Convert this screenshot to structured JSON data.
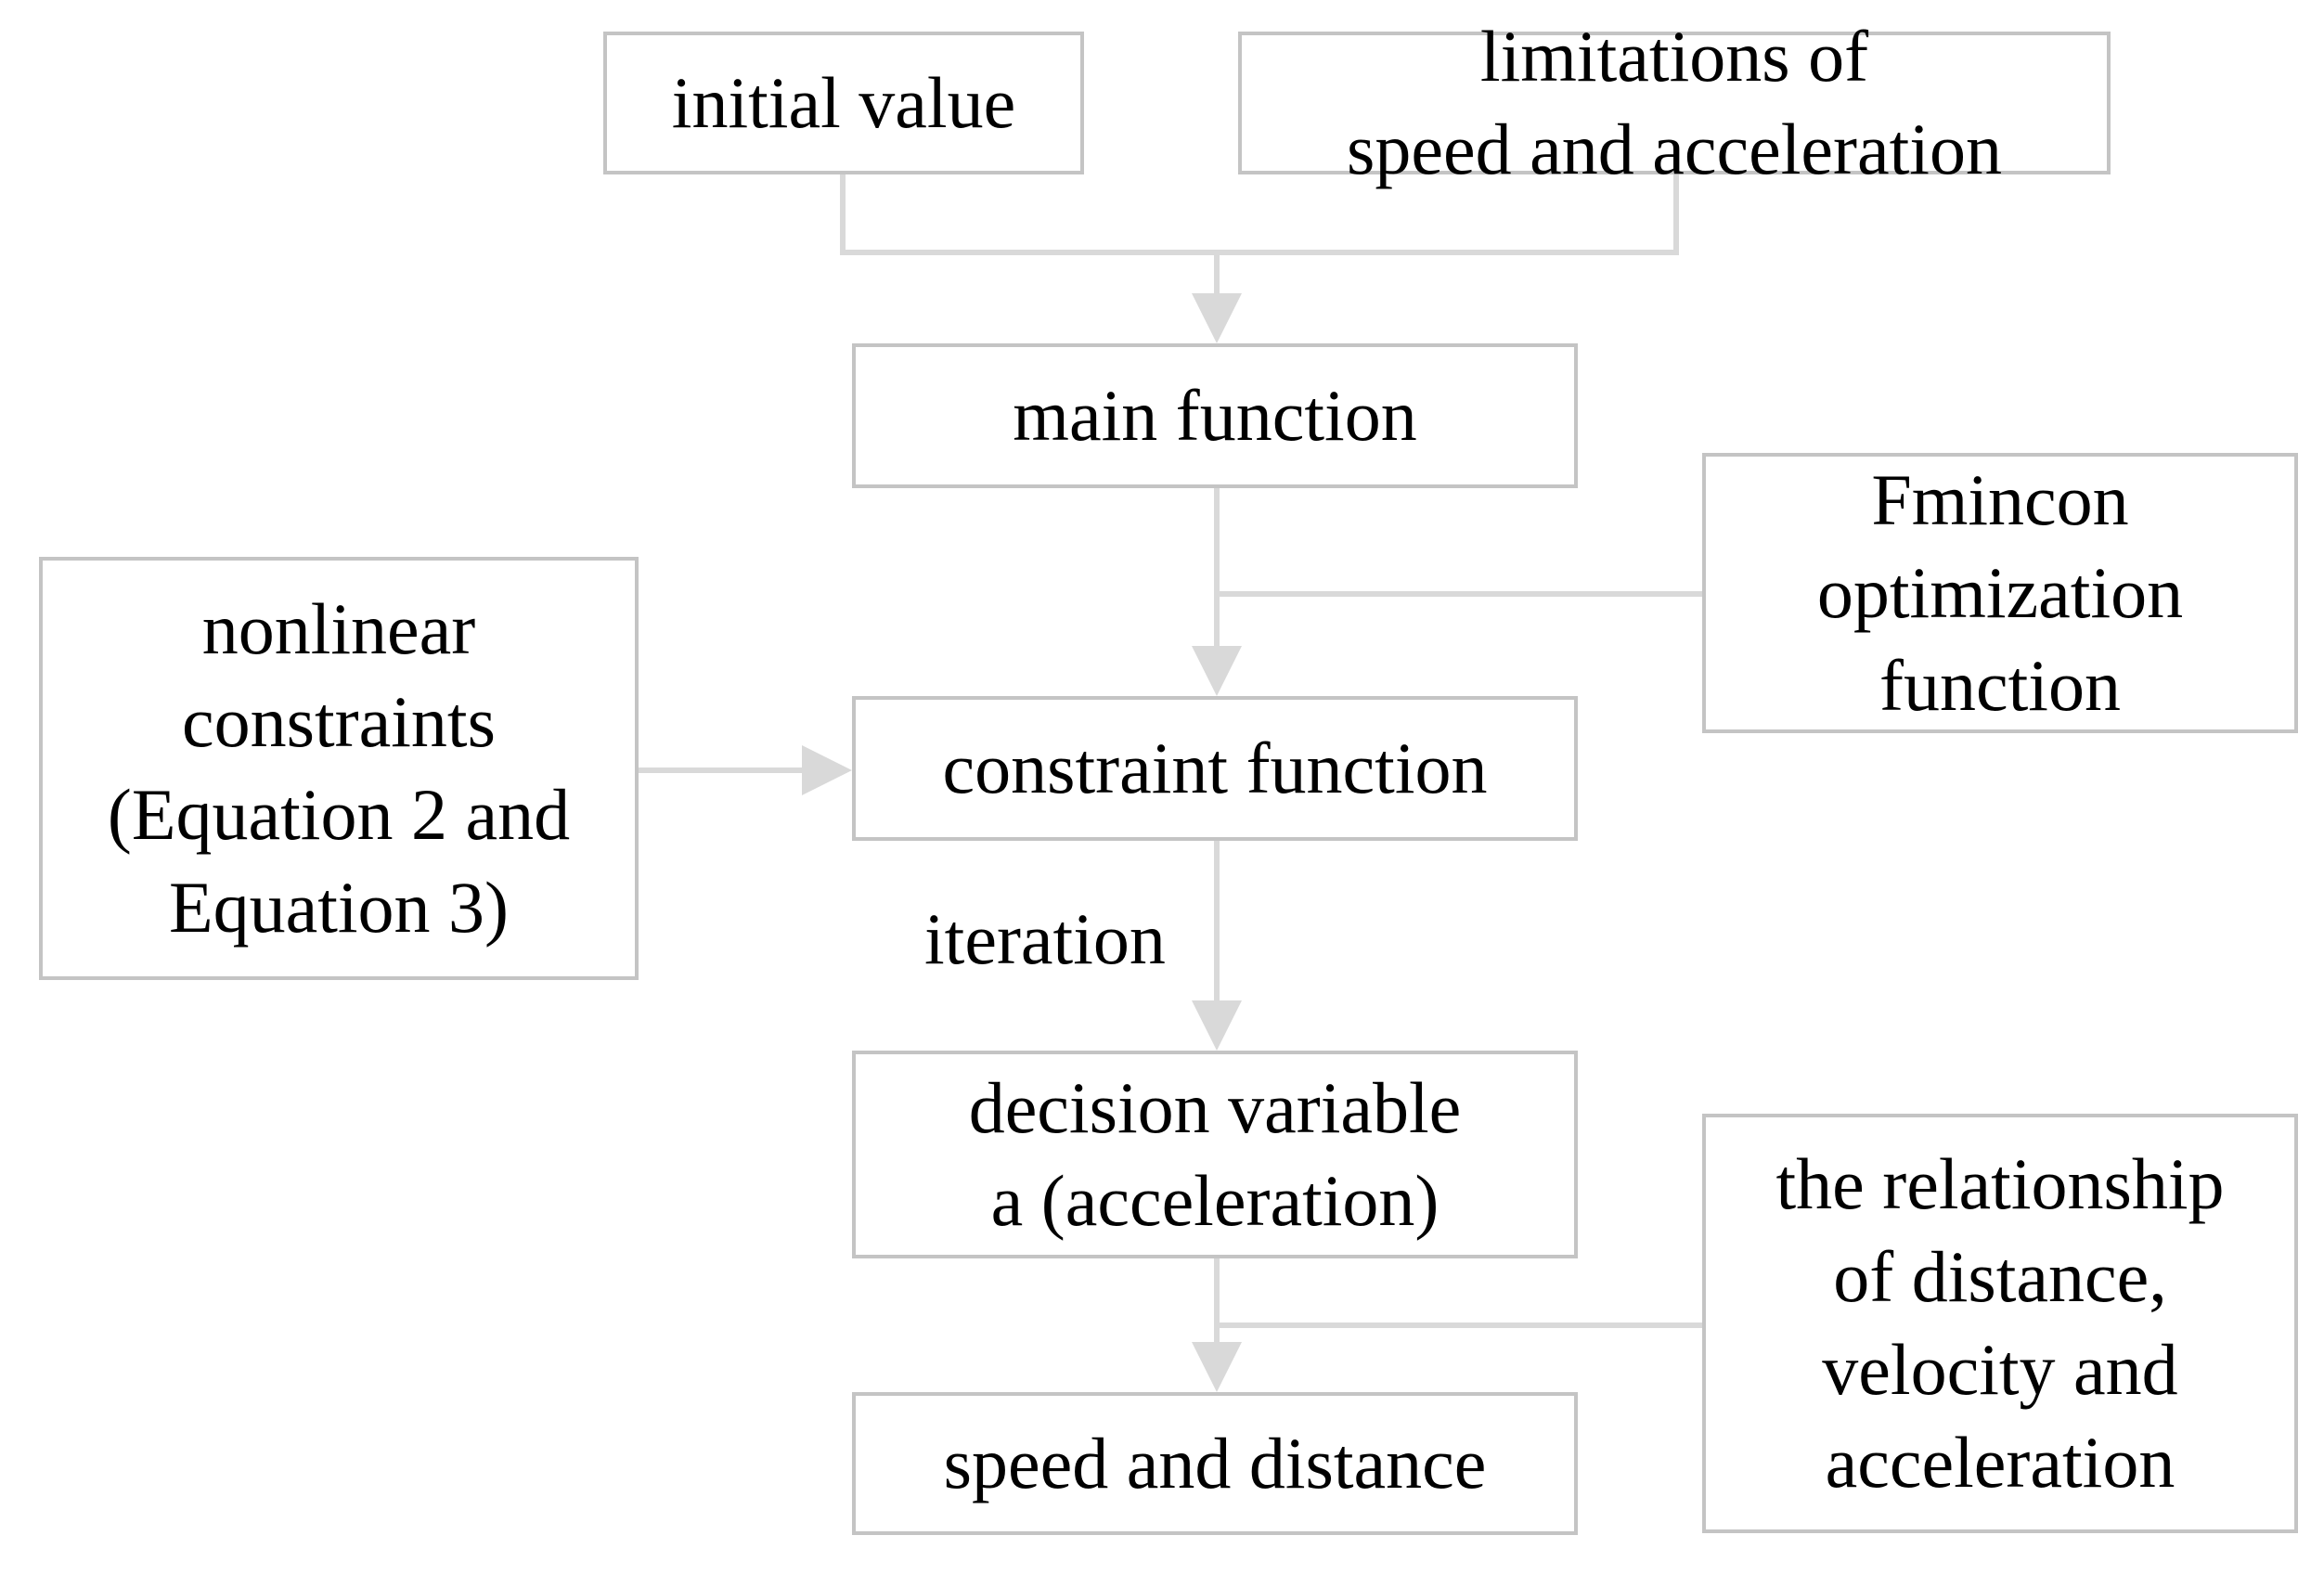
{
  "colors": {
    "border": "#c4c4c4",
    "connector": "#d9d9d9",
    "text": "#000000",
    "background": "#ffffff"
  },
  "nodes": {
    "initial_value": "initial value",
    "limitations": "limitations of\nspeed and acceleration",
    "main_function": "main function",
    "fmincon": "Fmincon\noptimization\nfunction",
    "nonlinear_constraints": "nonlinear\nconstraints\n(Equation 2 and\nEquation 3)",
    "constraint_function": "constraint  function",
    "decision_variable": "decision variable\na (acceleration)",
    "relationship": "the relationship\nof distance,\nvelocity and\nacceleration",
    "speed_distance": "speed and distance"
  },
  "edge_labels": {
    "iteration": "iteration"
  }
}
